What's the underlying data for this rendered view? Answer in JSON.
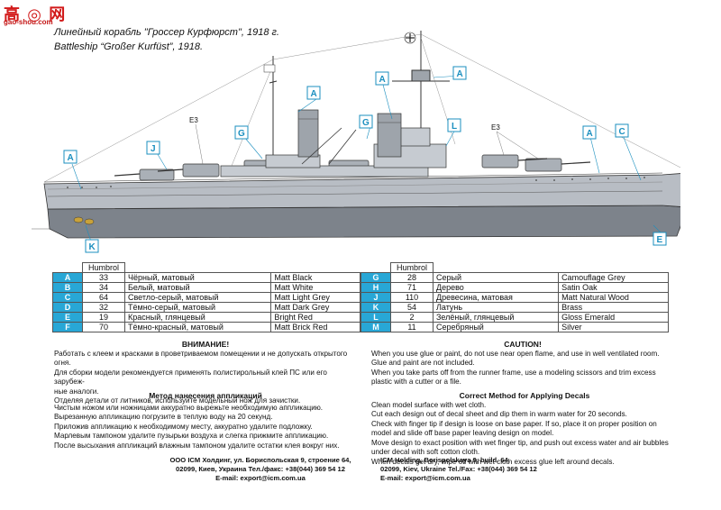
{
  "watermark": {
    "line1": "高 ◎ 网",
    "line2": "gao-shou.com"
  },
  "title": {
    "ru": "Линейный корабль \"Гроссер Курфюрст\", 1918 г.",
    "en": "Battleship “Großer Kurfüst”, 1918."
  },
  "callouts": {
    "e3_label": "E3"
  },
  "colors": {
    "callout_blue": "#28a7d6",
    "hull_grey": "#b8bdc4",
    "hull_dark": "#7d838b"
  },
  "palette": {
    "header": "Humbrol",
    "left": [
      {
        "code": "A",
        "num": "33",
        "ru": "Чёрный, матовый",
        "en": "Matt Black"
      },
      {
        "code": "B",
        "num": "34",
        "ru": "Белый, матовый",
        "en": "Matt White"
      },
      {
        "code": "C",
        "num": "64",
        "ru": "Светло-серый, матовый",
        "en": "Matt Light Grey"
      },
      {
        "code": "D",
        "num": "32",
        "ru": "Тёмно-серый, матовый",
        "en": "Matt Dark Grey"
      },
      {
        "code": "E",
        "num": "19",
        "ru": "Красный, глянцевый",
        "en": "Bright Red"
      },
      {
        "code": "F",
        "num": "70",
        "ru": "Тёмно-красный, матовый",
        "en": "Matt Brick Red"
      }
    ],
    "right": [
      {
        "code": "G",
        "num": "28",
        "ru": "Серый",
        "en": "Camouflage Grey"
      },
      {
        "code": "H",
        "num": "71",
        "ru": "Дерево",
        "en": "Satin Oak"
      },
      {
        "code": "J",
        "num": "110",
        "ru": "Древесина, матовая",
        "en": "Matt Natural Wood"
      },
      {
        "code": "K",
        "num": "54",
        "ru": "Латунь",
        "en": "Brass"
      },
      {
        "code": "L",
        "num": "2",
        "ru": "Зелёный, глянцевый",
        "en": "Gloss Emerald"
      },
      {
        "code": "M",
        "num": "11",
        "ru": "Серебряный",
        "en": "Silver"
      }
    ]
  },
  "warning_ru": {
    "title": "ВНИМАНИЕ!",
    "lines": [
      "Работать с клеем и красками в проветриваемом помещении и не допускать открытого огня.",
      "Для сборки модели рекомендуется применять полистирольный клей ПС или его зарубеж-",
      "ные аналоги.",
      "Отделяя детали от литников, используйте модельный нож для зачистки."
    ]
  },
  "caution_en": {
    "title": "CAUTION!",
    "lines": [
      "When you use glue or paint, do not use near open flame, and use in well ventilated room.",
      "Glue and paint are not included.",
      "When you take parts off from the runner frame, use a modeling scissors and trim excess",
      "plastic with a cutter or a file."
    ]
  },
  "decals_ru": {
    "title": "Метод нанесения аппликаций",
    "lines": [
      "Чистым ножом или ножницами аккуратно вырежьте необходимую аппликацию.",
      "Вырезанную аппликацию погрузите в теплую воду на 20 секунд.",
      "Приложив аппликацию к необходимому месту, аккуратно удалите подложку.",
      "Марлевым тампоном удалите пузырьки воздуха и слегка прижмите аппликацию.",
      "После высыхания аппликаций влажным тампоном удалите остатки клея вокруг них."
    ]
  },
  "decals_en": {
    "title": "Correct Method for Applying Decals",
    "lines": [
      "Clean model surface with wet cloth.",
      "Cut each design out of decal sheet and dip them in warm water for 20 seconds.",
      "Check with finger tip if design is loose on base paper. If so, place it on proper position on",
      "model and slide off base paper leaving design on model.",
      "Move design to exact position with wet finger tip, and push out excess water and air bubbles",
      "under decal with soft cotton cloth.",
      "When decals get dry, wipe off with wet cloth excess glue left around decals."
    ]
  },
  "address_ru": {
    "l1": "ООО ICM Холдинг, ул. Бориспольская 9, строение 64,",
    "l2": "02099, Киев, Украина Тел./факс: +38(044) 369 54 12",
    "l3": "E-mail: export@icm.com.ua"
  },
  "address_en": {
    "l1": "ICM Holding, Borispolskaya 9, build. 64,",
    "l2": "02099, Kiev, Ukraine Tel./Fax: +38(044) 369 54 12",
    "l3": "E-mail: export@icm.com.ua"
  }
}
